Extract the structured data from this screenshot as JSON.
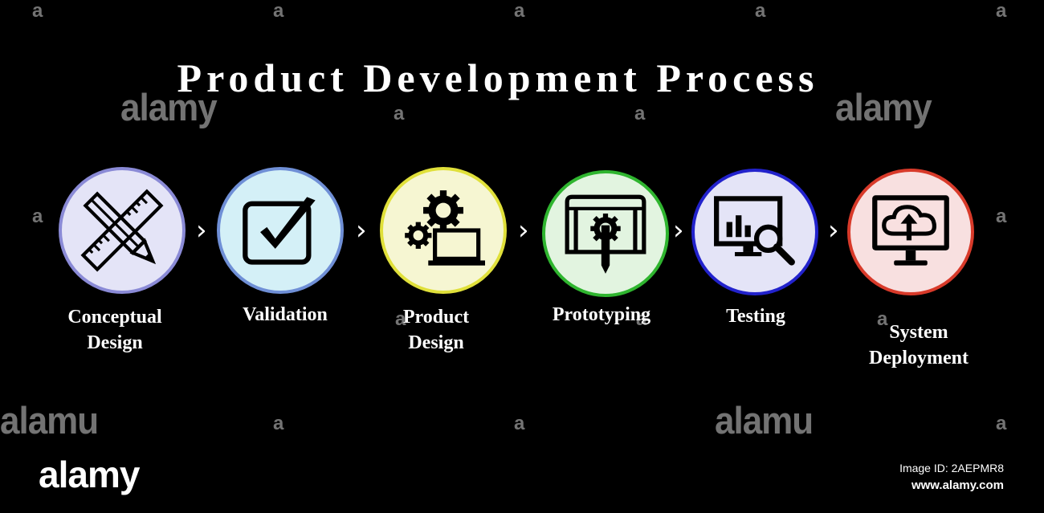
{
  "title": "Product Development Process",
  "steps": [
    {
      "label_lines": [
        "Conceptual",
        "Design"
      ],
      "icon": "pencil-ruler-icon",
      "fill": "#e4e4f7",
      "border": "#8a8ad6"
    },
    {
      "label_lines": [
        "Validation"
      ],
      "icon": "checkbox-checked-icon",
      "fill": "#d4f0f7",
      "border": "#6f8fd6"
    },
    {
      "label_lines": [
        "Product",
        "Design"
      ],
      "icon": "gears-laptop-icon",
      "fill": "#f6f6d2",
      "border": "#e0e03a"
    },
    {
      "label_lines": [
        "Prototyping"
      ],
      "icon": "blueprint-gear-pencil-icon",
      "fill": "#e2f4e0",
      "border": "#2fb52f"
    },
    {
      "label_lines": [
        "Testing"
      ],
      "icon": "monitor-chart-magnifier-icon",
      "fill": "#e4e4f7",
      "border": "#2222cc"
    },
    {
      "label_lines": [
        "System",
        "Deployment"
      ],
      "icon": "monitor-cloud-upload-icon",
      "fill": "#f8e0e0",
      "border": "#d83a2a"
    }
  ],
  "separator": "›",
  "watermark": {
    "word": "alamy",
    "word_alt": "alamu",
    "letter": "a"
  },
  "footer": {
    "brand": "alamy",
    "image_id": "Image ID: 2AEPMR8",
    "url": "www.alamy.com"
  }
}
